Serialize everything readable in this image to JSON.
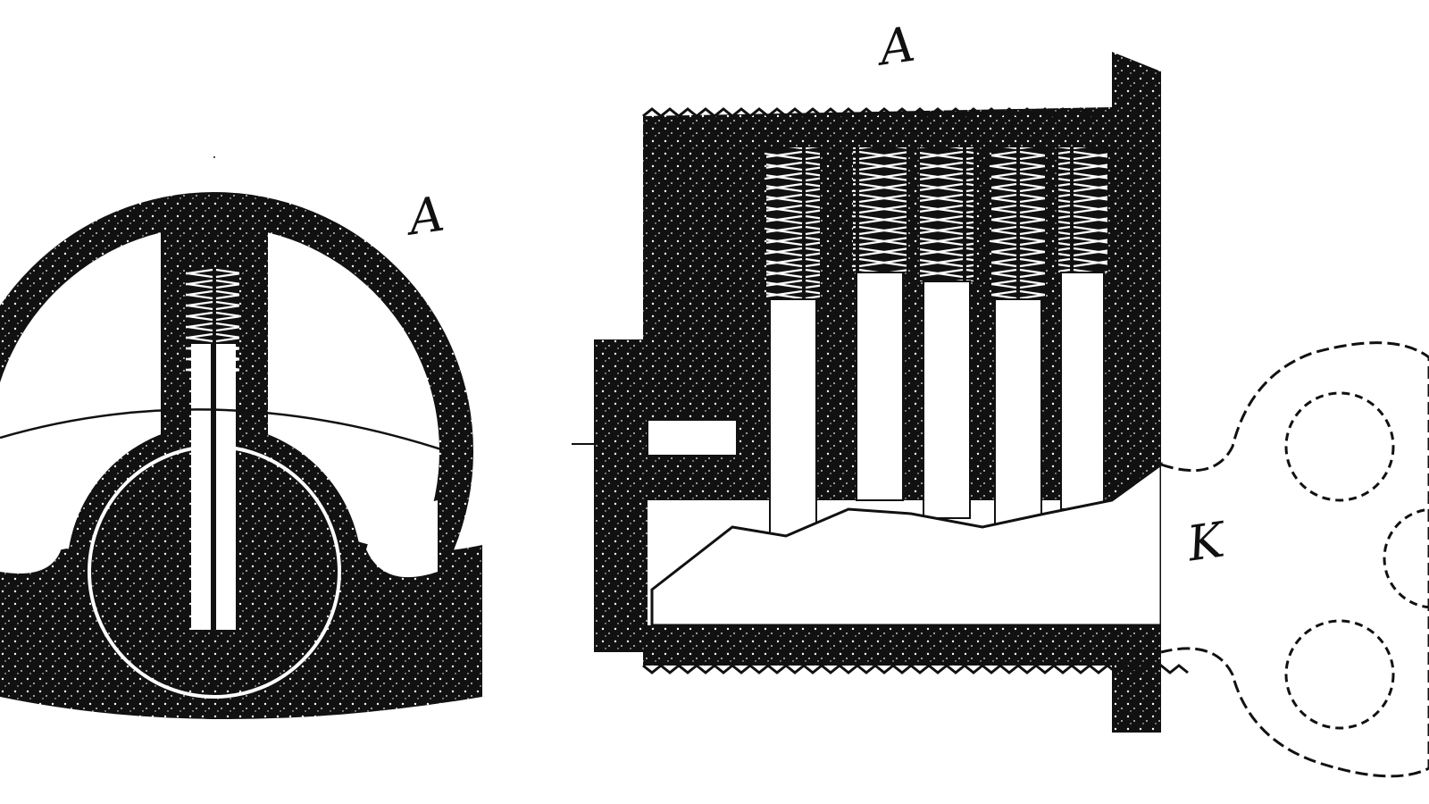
{
  "figure": {
    "labels": {
      "end_view": "A",
      "cylinder": "A",
      "key": "K"
    },
    "colors": {
      "ink": "#111111",
      "paper": "#ffffff"
    },
    "parts": {
      "cylinder_pins": 5,
      "key_bow_holes": 3
    }
  }
}
